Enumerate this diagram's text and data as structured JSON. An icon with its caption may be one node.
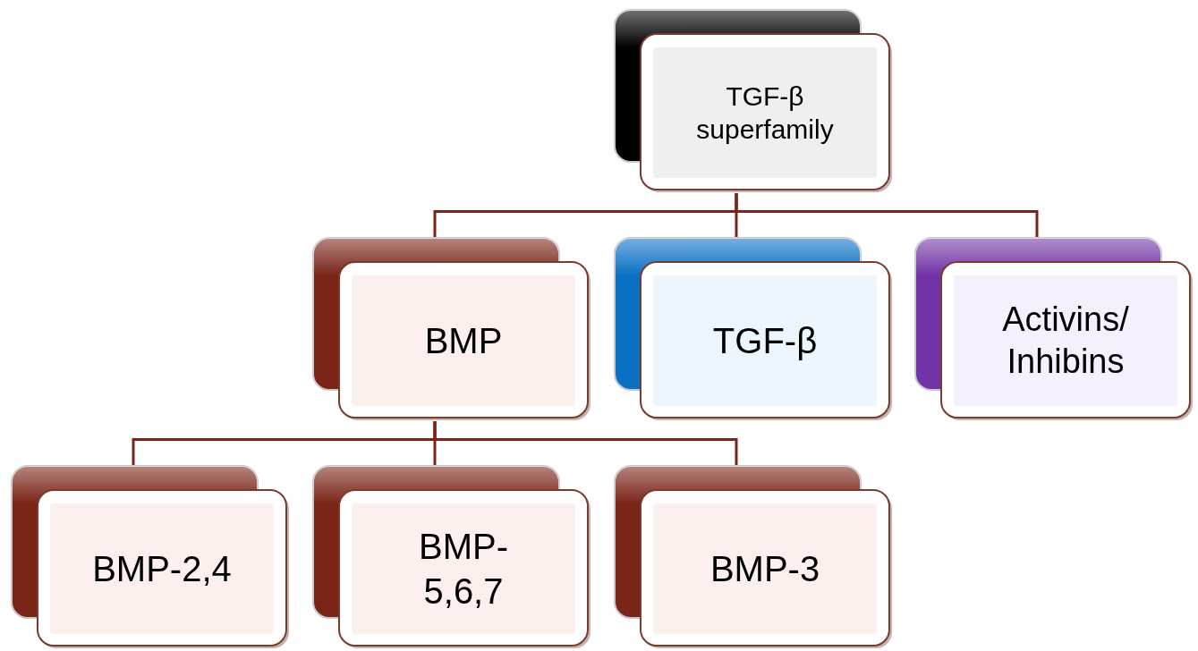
{
  "diagram": {
    "nodes": [
      {
        "text": [
          "TGF-β superfamily"
        ]
      },
      {
        "text": [
          "BMP"
        ]
      },
      {
        "text": [
          "TGF-β"
        ]
      },
      {
        "text": [
          "Activins/ Inhibins"
        ]
      },
      {
        "text": [
          "BMP-2,4"
        ]
      },
      {
        "text": [
          "BMP- 5,6,7"
        ]
      },
      {
        "text": [
          "BMP-3"
        ]
      }
    ],
    "edges": [
      {
        "from": 0,
        "to": 1,
        "arrow": "none"
      },
      {
        "from": 0,
        "to": 2,
        "arrow": "none"
      },
      {
        "from": 0,
        "to": 3,
        "arrow": "none"
      },
      {
        "from": 1,
        "to": 4,
        "arrow": "none"
      },
      {
        "from": 1,
        "to": 5,
        "arrow": "none"
      },
      {
        "from": 1,
        "to": 6,
        "arrow": "none"
      }
    ]
  }
}
